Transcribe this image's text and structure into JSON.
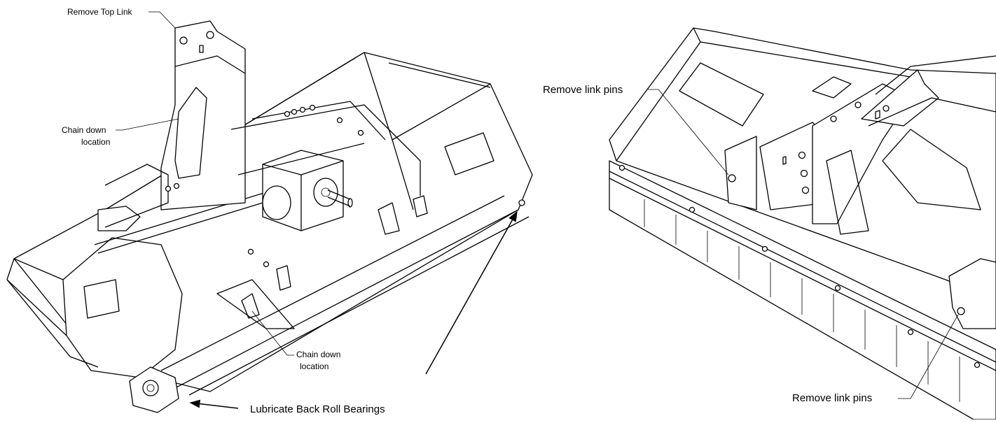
{
  "left_panel": {
    "labels": {
      "remove_top_link": "Remove Top Link",
      "chain_down_upper_line1": "Chain down",
      "chain_down_upper_line2": "location",
      "chain_down_lower_line1": "Chain down",
      "chain_down_lower_line2": "location",
      "lubricate": "Lubricate Back Roll Bearings"
    }
  },
  "right_panel": {
    "labels": {
      "remove_link_pins_top": "Remove link pins",
      "remove_link_pins_bottom": "Remove link pins"
    }
  }
}
